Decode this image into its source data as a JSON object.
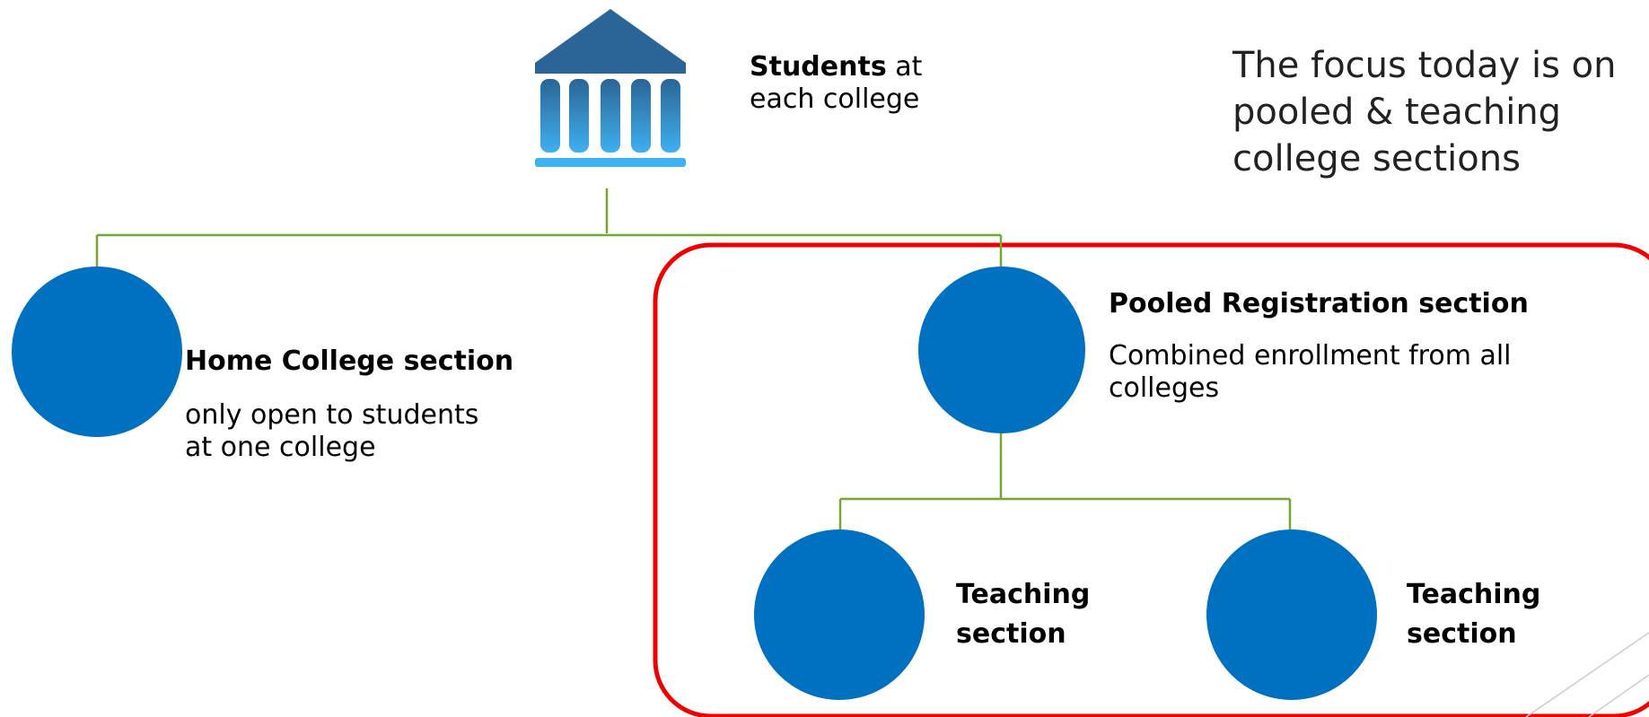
{
  "top_node": {
    "icon": "bank-building-icon",
    "title_bold": "Students",
    "title_rest": " at",
    "subtitle": "each college"
  },
  "focus_note": {
    "line1": "The focus today is on",
    "line2": "pooled & teaching",
    "line3": "college sections"
  },
  "home_college": {
    "title": "Home College section",
    "desc_line1": "only open to students",
    "desc_line2": "at one college"
  },
  "pooled": {
    "title": "Pooled Registration section",
    "desc_line1": "Combined enrollment from all",
    "desc_line2": "colleges"
  },
  "teaching_left": {
    "line1": "Teaching",
    "line2": "section"
  },
  "teaching_right": {
    "line1": "Teaching",
    "line2": "section"
  },
  "colors": {
    "circle": "#0070c0",
    "connector": "#77a632",
    "highlight_border": "#ee0000",
    "icon_dark": "#2b6496",
    "icon_light": "#3fb0f0"
  }
}
